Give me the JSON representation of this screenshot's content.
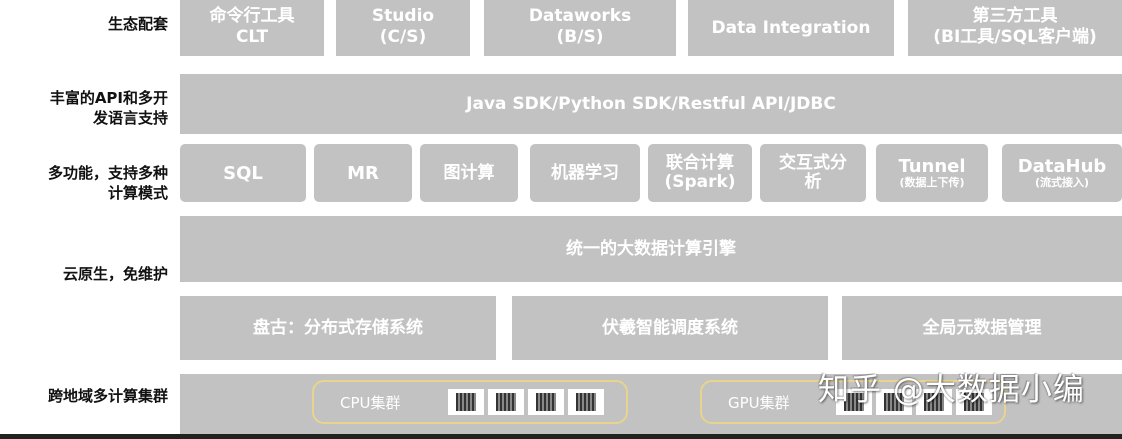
{
  "colors": {
    "box": "#c2c2c2",
    "text": "#ffffff",
    "label": "#111111",
    "cluster_border": "#e8d48c"
  },
  "rows": [
    {
      "label_lines": [
        "生态配套"
      ],
      "items": [
        {
          "lines": [
            "命令行工具",
            "CLT"
          ]
        },
        {
          "lines": [
            "Studio",
            "(C/S)"
          ]
        },
        {
          "lines": [
            "Dataworks",
            "(B/S)"
          ]
        },
        {
          "lines": [
            "Data Integration"
          ]
        },
        {
          "lines": [
            "第三方工具",
            "(BI工具/SQL客户端)"
          ]
        }
      ]
    },
    {
      "label_lines": [
        "丰富的API和多开",
        "发语言支持"
      ],
      "items": [
        {
          "lines": [
            "Java SDK/Python SDK/Restful API/JDBC"
          ]
        }
      ]
    },
    {
      "label_lines": [
        "多功能，支持多种",
        "计算模式"
      ],
      "items": [
        {
          "lines": [
            "SQL"
          ]
        },
        {
          "lines": [
            "MR"
          ]
        },
        {
          "lines": [
            "图计算"
          ]
        },
        {
          "lines": [
            "机器学习"
          ]
        },
        {
          "lines": [
            "联合计算",
            "(Spark)"
          ]
        },
        {
          "lines": [
            "交互式分",
            "析"
          ]
        },
        {
          "lines": [
            "Tunnel",
            "(数据上下传)"
          ]
        },
        {
          "lines": [
            "DataHub",
            "(流式接入)"
          ]
        }
      ]
    },
    {
      "label_lines": [
        "云原生，免维护"
      ],
      "items": [
        {
          "lines": [
            "统一的大数据计算引擎"
          ]
        },
        {
          "lines": [
            "盘古：分布式存储系统"
          ]
        },
        {
          "lines": [
            "伏羲智能调度系统"
          ]
        },
        {
          "lines": [
            "全局元数据管理"
          ]
        }
      ]
    },
    {
      "label_lines": [
        "跨地域多计算集群"
      ],
      "items": [
        {
          "lines": [
            "CPU集群"
          ]
        },
        {
          "lines": [
            "GPU集群"
          ]
        }
      ]
    }
  ],
  "watermark": "知乎 @大数据小编"
}
